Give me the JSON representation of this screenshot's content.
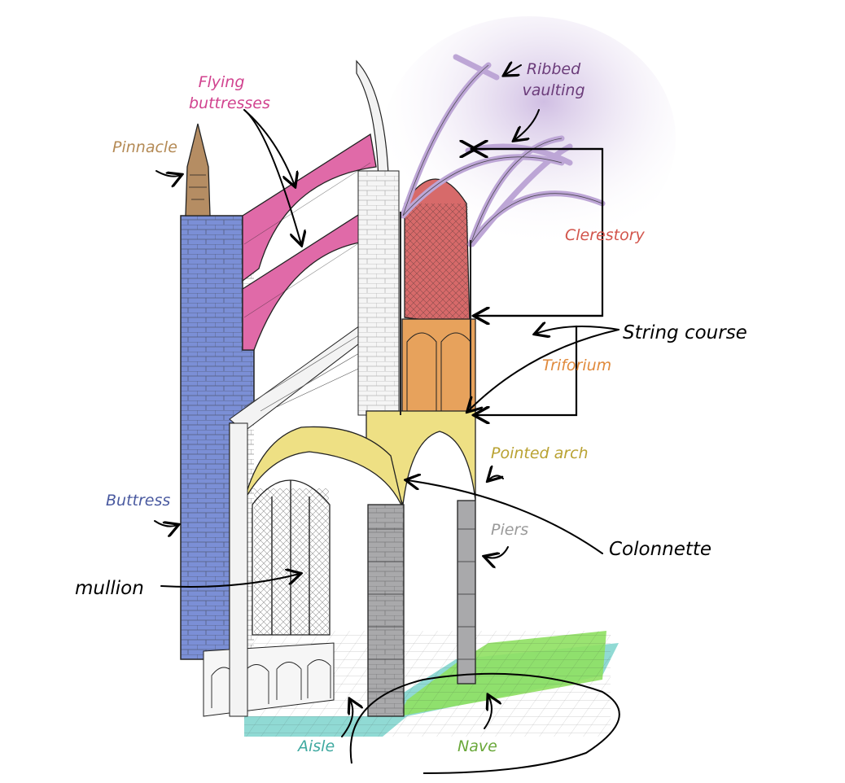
{
  "labels": {
    "ribbed_vaulting": "Ribbed vaulting",
    "flying_buttresses": "Flying buttresses",
    "pinnacle": "Pinnacle",
    "clerestory": "Clerestory",
    "string_course": "String course",
    "triforium": "Triforium",
    "pointed_arch": "Pointed arch",
    "buttress": "Buttress",
    "piers": "Piers",
    "colonnette": "Colonnette",
    "mullion": "mullion",
    "aisle": "Aisle",
    "nave": "Nave"
  },
  "colors": {
    "ribbed_vaulting": "#6b3c7a",
    "flying_buttresses": "#d1438f",
    "pinnacle": "#b48a55",
    "clerestory": "#d2554c",
    "triforium": "#e08a3c",
    "pointed_arch": "#b9a232",
    "buttress": "#4a5aa0",
    "piers": "#9a9a9a",
    "aisle": "#3fa9a0",
    "nave": "#6aa83a",
    "black": "#000000",
    "vault_fill": "#bda6d6",
    "buttress_fill": "#7b8fd6",
    "fly_fill": "#e06aa8",
    "clere_fill": "#d76a6a",
    "trif_fill": "#e7a25c",
    "arch_fill": "#eee084",
    "pier_fill": "#a9a9ab",
    "aisle_fill": "#7dd4cd",
    "nave_fill": "#8fe062",
    "pinnacle_fill": "#b58d63"
  }
}
